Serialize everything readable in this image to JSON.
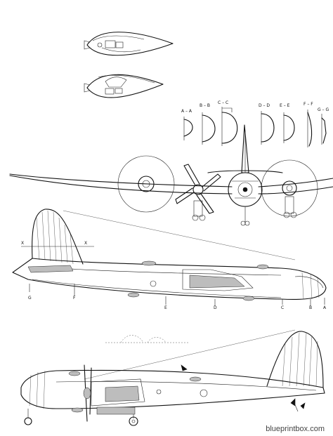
{
  "section_labels": [
    "A – A",
    "B – B",
    "C – C",
    "D – D",
    "E – E",
    "F – F",
    "G – G"
  ],
  "station_labels": [
    "G",
    "F",
    "E",
    "D",
    "C",
    "B",
    "A"
  ],
  "cut_labels": [
    "X",
    "X"
  ],
  "watermark": "blueprintbox.com"
}
